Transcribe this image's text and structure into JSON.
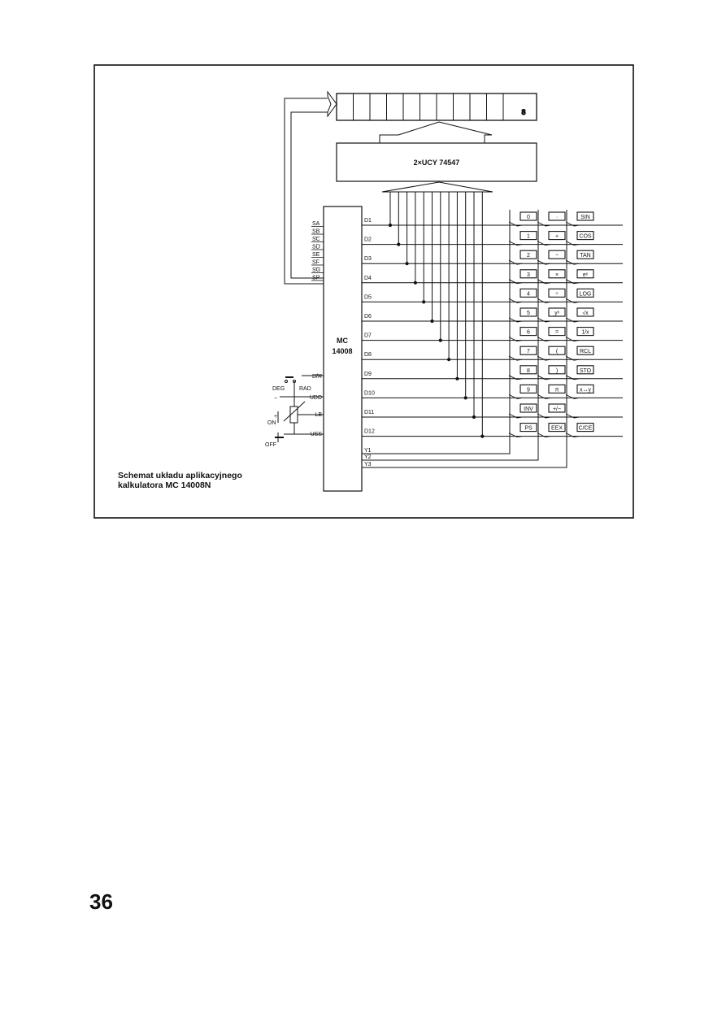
{
  "caption": {
    "line1": "Schemat układu aplikacyjnego",
    "line2": "kalkulatora MC 14008N"
  },
  "page_number": "36",
  "driver_label": "2×UCY 74547",
  "chip": {
    "line1": "MC",
    "line2": "14008"
  },
  "display": {
    "digit_glyph": "8"
  },
  "segment_pins": [
    "SA",
    "SB",
    "SC",
    "SD",
    "SE",
    "SF",
    "SG",
    "SP"
  ],
  "digit_pins": [
    "D1",
    "D2",
    "D3",
    "D4",
    "D5",
    "D6",
    "D7",
    "D8",
    "D9",
    "D10",
    "D11",
    "D12"
  ],
  "control_pins": [
    "D/R",
    "UDD",
    "LB",
    "USS"
  ],
  "column_pins": [
    "Y1",
    "Y2",
    "Y3"
  ],
  "switch_labels": {
    "deg": "DEG",
    "rad": "RAD",
    "on": "ON",
    "off": "OFF",
    "minus": "−",
    "plus": "+"
  },
  "keys": [
    [
      "0",
      "·",
      "SIN"
    ],
    [
      "1",
      "+",
      "COS"
    ],
    [
      "2",
      "−",
      "TAN"
    ],
    [
      "3",
      "×",
      "eˣ"
    ],
    [
      "4",
      "÷",
      "LOG"
    ],
    [
      "5",
      "yˣ",
      "√x"
    ],
    [
      "6",
      "=",
      "1/x"
    ],
    [
      "7",
      "(",
      "RCL"
    ],
    [
      "8",
      ")",
      "STO"
    ],
    [
      "9",
      "π",
      "x↔y"
    ],
    [
      "INV",
      "+/−",
      ""
    ],
    [
      "PS",
      "EEX",
      "C/CE"
    ]
  ]
}
